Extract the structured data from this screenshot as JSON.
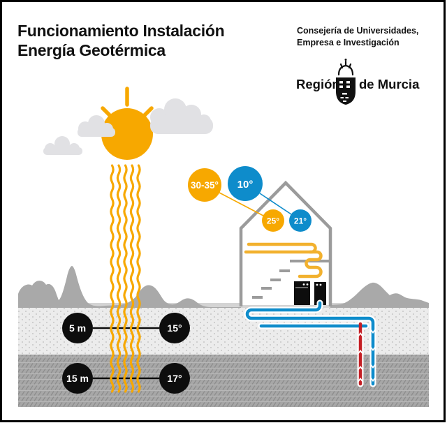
{
  "header": {
    "title_line1": "Funcionamiento Instalación",
    "title_line2": "Energía Geotérmica",
    "org_line1": "Consejería de Universidades,",
    "org_line2": "Empresa e Investigación",
    "logo_left": "Región",
    "logo_right": "de Murcia"
  },
  "diagram": {
    "temperature_bubbles": [
      {
        "label": "30-35°",
        "color": "#F7A800",
        "meaning": "heating supply"
      },
      {
        "label": "10°",
        "color": "#0E8CCB",
        "meaning": "outdoor"
      },
      {
        "label": "25°",
        "color": "#F7A800",
        "meaning": "indoor warm"
      },
      {
        "label": "21°",
        "color": "#0E8CCB",
        "meaning": "indoor comfort"
      }
    ],
    "depth_markers": [
      {
        "depth": "5 m",
        "temperature": "15°"
      },
      {
        "depth": "15 m",
        "temperature": "17°"
      }
    ],
    "colors": {
      "yellow": "#F7A800",
      "coil_yellow": "#F2B12E",
      "blue": "#0E8CCB",
      "red": "#C41E24",
      "mountain_gray": "#A9A9A9",
      "house_gray": "#9B9B9B",
      "cloud_gray": "#E1E1E4",
      "black": "#0D0D0D"
    }
  }
}
